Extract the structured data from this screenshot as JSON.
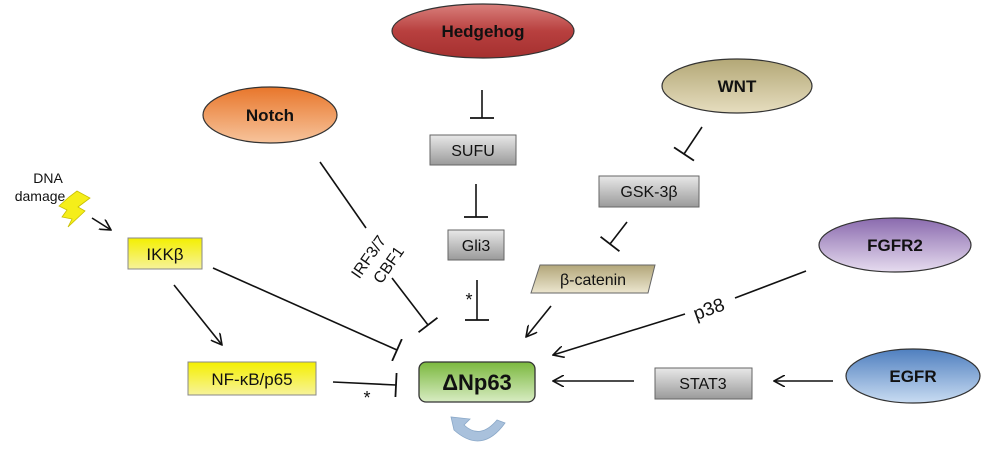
{
  "diagram": {
    "title": "Regulation of ΔNp63",
    "nodes": {
      "hedgehog": {
        "label": "Hedgehog",
        "shape": "ellipse",
        "color": "#b8403f"
      },
      "notch": {
        "label": "Notch",
        "shape": "ellipse",
        "color": "#e98a45"
      },
      "wnt": {
        "label": "WNT",
        "shape": "ellipse",
        "color": "#c8bd94"
      },
      "fgfr2": {
        "label": "FGFR2",
        "shape": "ellipse",
        "color": "#9f82bf"
      },
      "egfr": {
        "label": "EGFR",
        "shape": "ellipse",
        "color": "#6f9bd1"
      },
      "sufu": {
        "label": "SUFU",
        "shape": "rect",
        "color": "#a9a9a9"
      },
      "gli3": {
        "label": "Gli3",
        "shape": "rect",
        "color": "#a9a9a9"
      },
      "gsk3b": {
        "label": "GSK-3β",
        "shape": "rect",
        "color": "#a9a9a9"
      },
      "stat3": {
        "label": "STAT3",
        "shape": "rect",
        "color": "#a9a9a9"
      },
      "bcatenin": {
        "label": "β-catenin",
        "shape": "parallelogram",
        "color": "#c9bf96"
      },
      "ikkb": {
        "label": "IKKβ",
        "shape": "rect",
        "color": "#f5f000"
      },
      "nfkb": {
        "label": "NF-κB/p65",
        "shape": "rect",
        "color": "#f5f000"
      },
      "dnp63": {
        "label": "ΔNp63",
        "shape": "rounded-rect",
        "color": "#8cc152"
      },
      "dna_damage": {
        "label_line1": "DNA",
        "label_line2": "damage",
        "icon": "lightning-bolt-icon",
        "color": "#f5ee1a"
      }
    },
    "edge_labels": {
      "notch_line1": "IRF3/7",
      "notch_line2": "CBF1",
      "fgfr2": "p38",
      "gli3_star": "*",
      "nfkb_star": "*"
    },
    "edges": [
      {
        "from": "Hedgehog",
        "to": "SUFU",
        "type": "inhibit"
      },
      {
        "from": "SUFU",
        "to": "Gli3",
        "type": "inhibit"
      },
      {
        "from": "Gli3",
        "to": "ΔNp63",
        "type": "inhibit",
        "note": "*"
      },
      {
        "from": "WNT",
        "to": "GSK-3β",
        "type": "inhibit"
      },
      {
        "from": "GSK-3β",
        "to": "β-catenin",
        "type": "inhibit"
      },
      {
        "from": "β-catenin",
        "to": "ΔNp63",
        "type": "activate"
      },
      {
        "from": "Notch",
        "to": "ΔNp63",
        "type": "inhibit",
        "via": "IRF3/7 CBF1"
      },
      {
        "from": "DNA damage",
        "to": "IKKβ",
        "type": "activate"
      },
      {
        "from": "IKKβ",
        "to": "NF-κB/p65",
        "type": "activate"
      },
      {
        "from": "IKKβ",
        "to": "ΔNp63",
        "type": "inhibit"
      },
      {
        "from": "NF-κB/p65",
        "to": "ΔNp63",
        "type": "inhibit",
        "note": "*"
      },
      {
        "from": "FGFR2",
        "to": "ΔNp63",
        "type": "activate",
        "via": "p38"
      },
      {
        "from": "EGFR",
        "to": "STAT3",
        "type": "activate"
      },
      {
        "from": "STAT3",
        "to": "ΔNp63",
        "type": "activate"
      },
      {
        "from": "ΔNp63",
        "to": "ΔNp63",
        "type": "autoregulation"
      }
    ],
    "colors": {
      "autoregulation_arrow": "#a9c1dc",
      "edge": "#111111"
    }
  }
}
